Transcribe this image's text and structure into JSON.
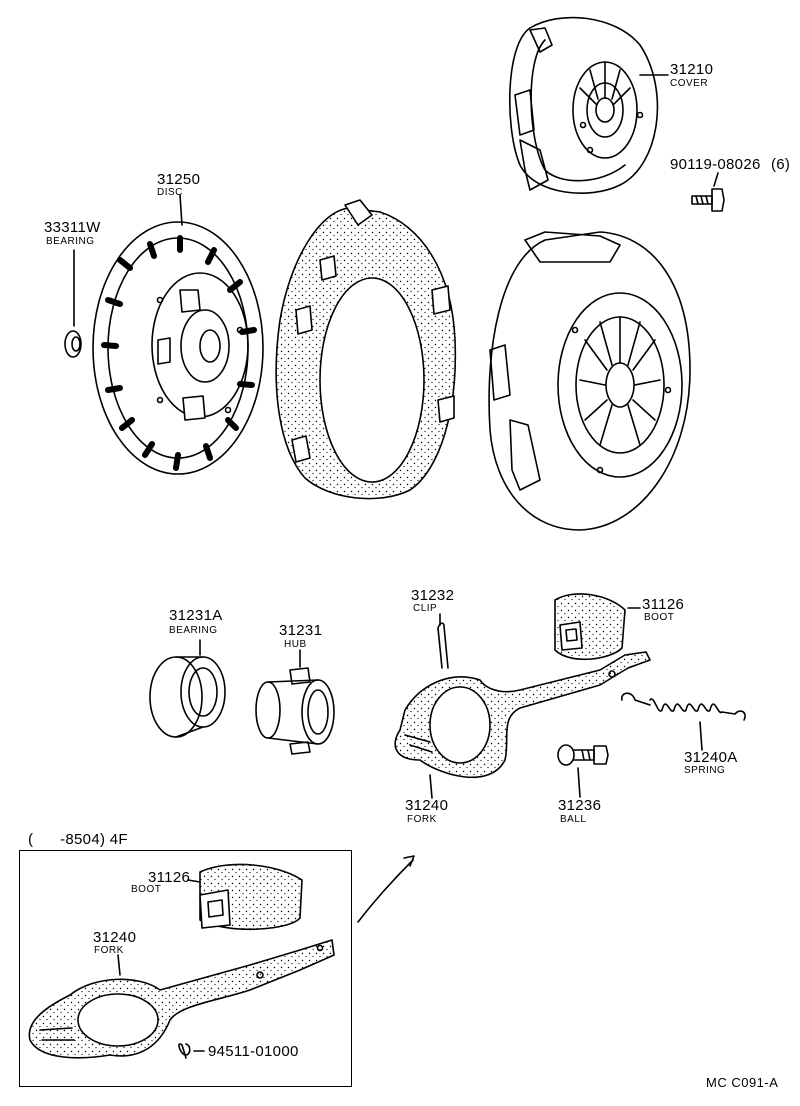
{
  "parts": [
    {
      "id": "cover",
      "number": "31210",
      "name": "COVER"
    },
    {
      "id": "bolt",
      "number": "90119-08026",
      "qty": "(6)"
    },
    {
      "id": "disc",
      "number": "31250",
      "name": "DISC"
    },
    {
      "id": "pilot-bearing",
      "number": "33311W",
      "name": "BEARING"
    },
    {
      "id": "release-bearing",
      "number": "31231A",
      "name": "BEARING"
    },
    {
      "id": "hub",
      "number": "31231",
      "name": "HUB"
    },
    {
      "id": "clip",
      "number": "31232",
      "name": "CLIP"
    },
    {
      "id": "boot",
      "number": "31126",
      "name": "BOOT"
    },
    {
      "id": "spring",
      "number": "31240A",
      "name": "SPRING"
    },
    {
      "id": "fork",
      "number": "31240",
      "name": "FORK"
    },
    {
      "id": "ball",
      "number": "31236",
      "name": "BALL"
    }
  ],
  "inset": {
    "caption": "(      -8504) 4F",
    "parts": [
      {
        "id": "inset-boot",
        "number": "31126",
        "name": "BOOT"
      },
      {
        "id": "inset-fork",
        "number": "31240",
        "name": "FORK"
      },
      {
        "id": "inset-clip",
        "number": "94511-01000"
      }
    ]
  },
  "reference_code": "MC C091-A"
}
